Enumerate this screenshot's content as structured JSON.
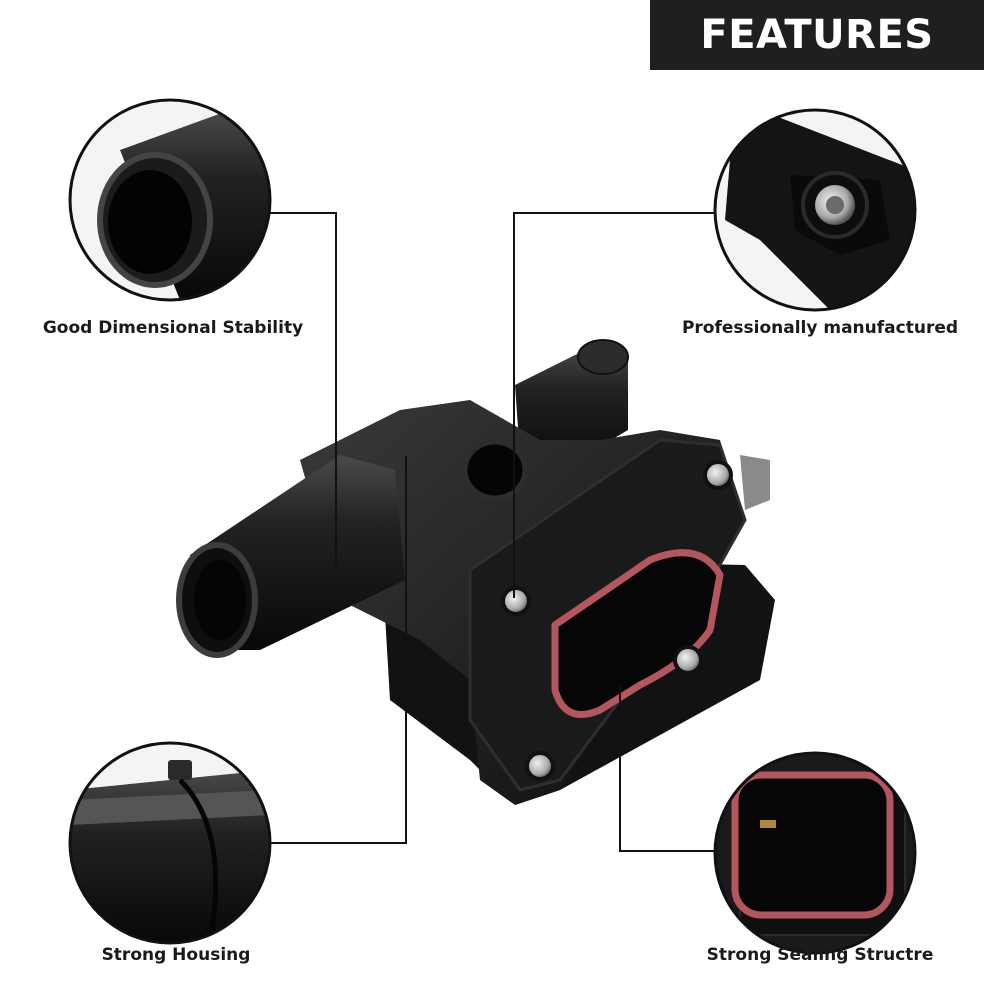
{
  "banner": {
    "title": "FEATURES"
  },
  "features": [
    {
      "label": "Good Dimensional Stability",
      "image": "pipe-outlet-closeup"
    },
    {
      "label": "Professionally manufactured",
      "image": "metal-bushing-closeup"
    },
    {
      "label": "Strong Housing",
      "image": "housing-seam-closeup"
    },
    {
      "label": "Strong Sealing Structre",
      "image": "red-gasket-closeup"
    }
  ],
  "product": {
    "image": "black-thermostat-housing-with-red-gasket"
  },
  "colors": {
    "banner_bg": "#1f1f1f",
    "banner_text": "#ffffff",
    "gasket": "#b4565e",
    "part": "#151515"
  }
}
